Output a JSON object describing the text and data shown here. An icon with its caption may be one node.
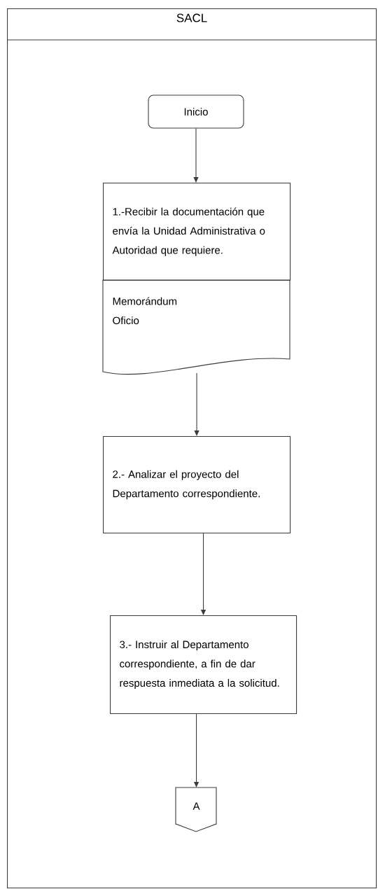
{
  "diagram": {
    "nodes": [
      {
        "text": [
          "SACL"
        ]
      },
      {
        "text": [
          "Inicio"
        ],
        "in": 0
      },
      {
        "text": [
          "1.-Recibir la documentación que envía la Unidad Administrativa o Autoridad que requiere."
        ],
        "in": 0
      },
      {
        "text": [
          "Memorándum",
          "Oficio"
        ],
        "in": 0
      },
      {
        "text": [
          "2.- Analizar el proyecto del Departamento correspondiente."
        ],
        "in": 0
      },
      {
        "text": [
          "3.- Instruir al Departamento correspondiente, a fin de dar respuesta inmediata a la solicitud."
        ],
        "in": 0
      },
      {
        "text": [
          "A"
        ],
        "in": 0
      }
    ],
    "edges": [
      {
        "from": 1,
        "to": 2,
        "arrow": "to"
      },
      {
        "from": 3,
        "to": 4,
        "arrow": "to"
      },
      {
        "from": 4,
        "to": 5,
        "arrow": "to"
      },
      {
        "from": 5,
        "to": 6,
        "arrow": "to"
      }
    ]
  }
}
